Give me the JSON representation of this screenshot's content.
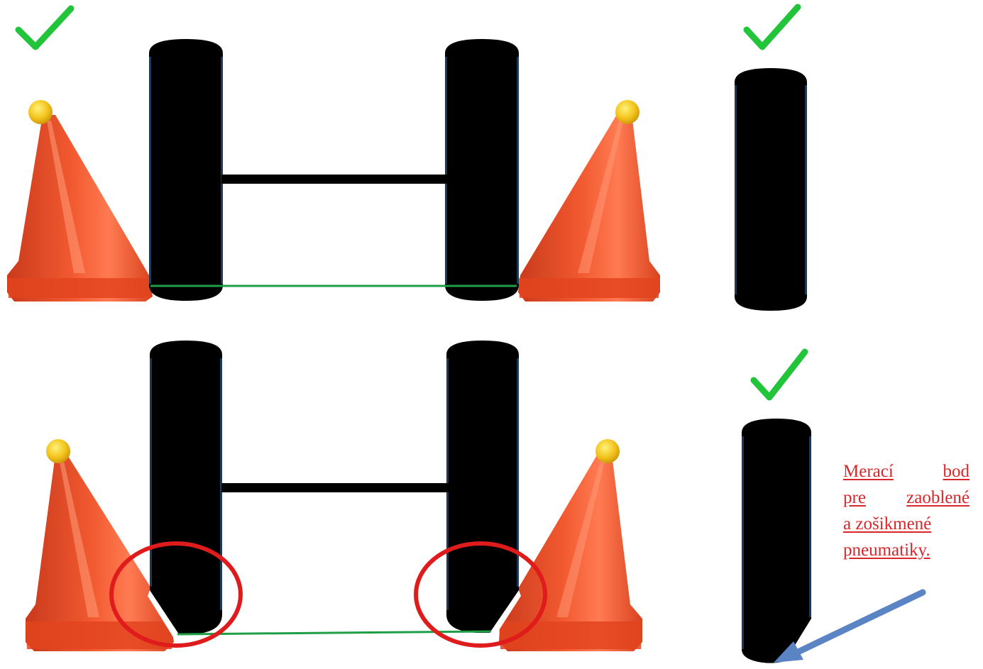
{
  "colors": {
    "tire": "#000000",
    "tire_edge": "#1c3a57",
    "axle": "#000000",
    "cone_body": "#f04a23",
    "cone_shadow": "#b7321a",
    "cone_highlight": "#ff8a66",
    "cone_ball": "#f2c21a",
    "check": "#22c43a",
    "measure_line": "#1e9e46",
    "circle": "#e01b1b",
    "arrow": "#5b84c4",
    "note_text": "#d9262b"
  },
  "icons": [
    "check-icon",
    "traffic-cone",
    "tire",
    "axle",
    "highlight-circle",
    "arrow"
  ],
  "note": {
    "lines": [
      "Merací bod",
      "pre zaoblené",
      "a zošikmené",
      "pneumatiky."
    ]
  }
}
